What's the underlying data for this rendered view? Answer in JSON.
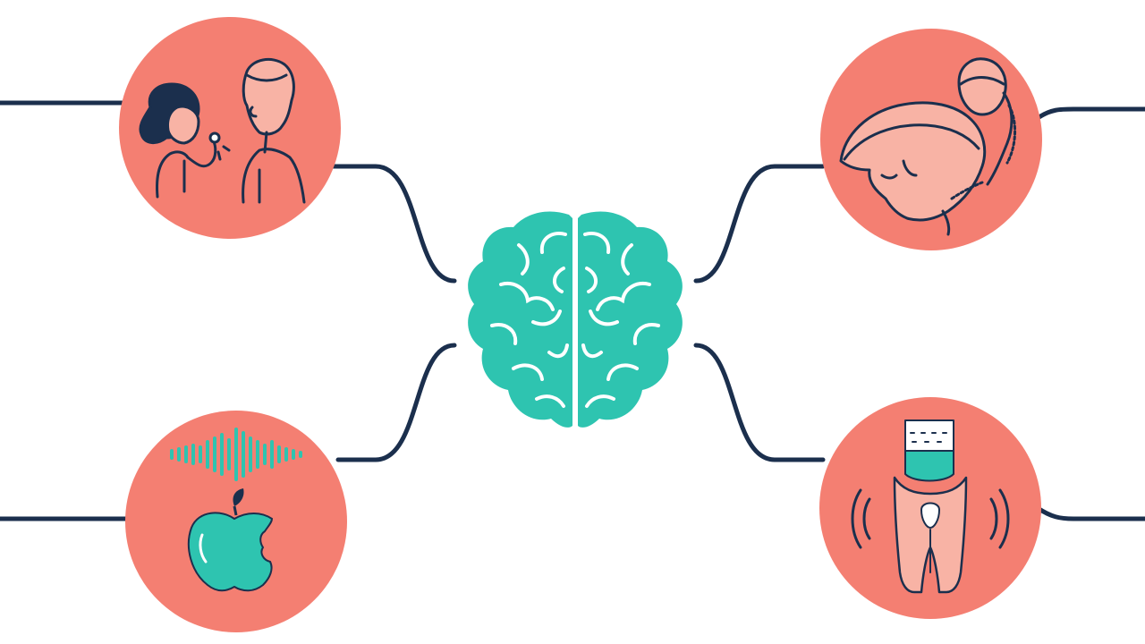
{
  "diagram": {
    "background_color": "#ffffff",
    "center": {
      "icon": "brain-icon",
      "color": "#2ec4b0"
    },
    "nodes": [
      {
        "id": "conversation",
        "icon": "two-people-talking-icon",
        "position": "top-left"
      },
      {
        "id": "sound-and-taste",
        "icon": "sound-wave-and-apple-icon",
        "position": "bottom-left"
      },
      {
        "id": "touch-and-smell",
        "icon": "faces-touching-icon",
        "position": "top-right"
      },
      {
        "id": "throat-and-sound",
        "icon": "throat-with-sound-waves-icon",
        "position": "bottom-right"
      }
    ],
    "colors": {
      "node_fill": "#f47f72",
      "line": "#1b2f4d",
      "accent": "#2ec4b0",
      "skin": "#f8b3a5"
    }
  }
}
